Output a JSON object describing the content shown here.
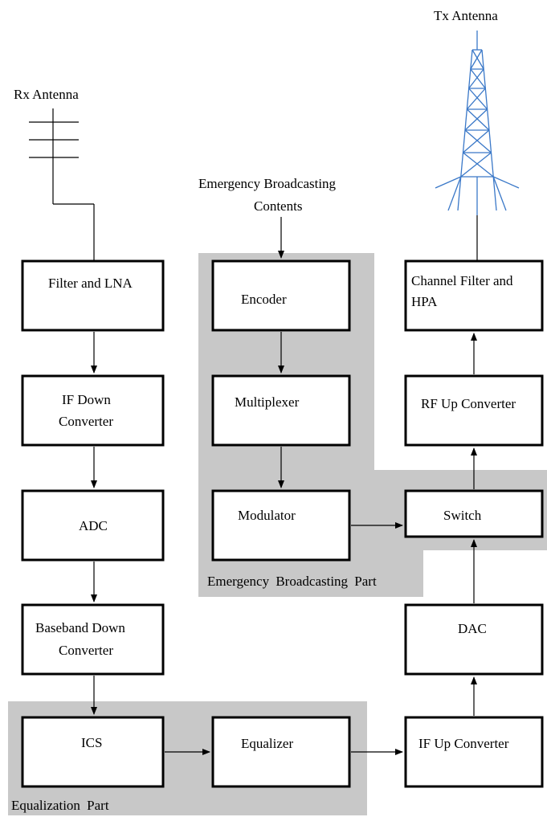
{
  "antennas": {
    "rx_label": "Rx Antenna",
    "tx_label": "Tx Antenna"
  },
  "input": {
    "line1": "Emergency  Broadcasting",
    "line2": "Contents"
  },
  "groups": {
    "emergency": "Emergency  Broadcasting  Part",
    "equalization": "Equalization  Part"
  },
  "blocks": {
    "filter_lna": "Filter and LNA",
    "if_down_1": "IF Down",
    "if_down_2": "Converter",
    "adc": "ADC",
    "bb_down_1": "Baseband Down",
    "bb_down_2": "Converter",
    "ics": "ICS",
    "encoder": "Encoder",
    "multiplexer": "Multiplexer",
    "modulator": "Modulator",
    "equalizer": "Equalizer",
    "chfilter_1": "Channel Filter and",
    "chfilter_2": "HPA",
    "rf_up": "RF Up Converter",
    "switch": "Switch",
    "dac": "DAC",
    "if_up": "IF Up Converter"
  },
  "colors": {
    "group_fill": "#c8c8c8",
    "tower_blue": "#3a78c8"
  }
}
